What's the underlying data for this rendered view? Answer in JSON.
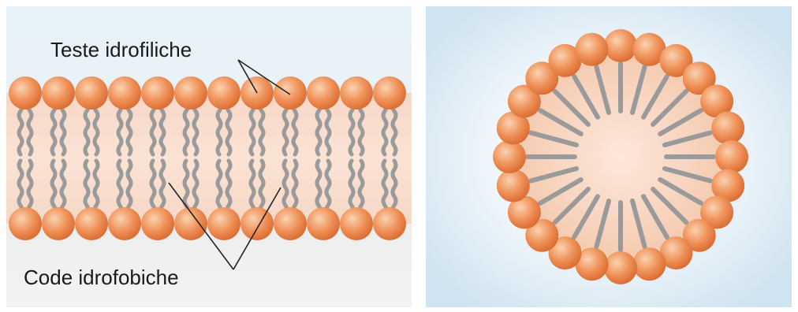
{
  "bilayer_panel": {
    "label_heads": "Teste idrofiliche",
    "label_tails": "Code idrofobiche",
    "heads_per_row": 12
  },
  "micelle_panel": {
    "head_count": 24
  },
  "colors": {
    "head_fill": "#e8864a",
    "head_highlight": "#f8c6a0",
    "tail_stroke": "#9a9a9a",
    "core_fill": "#f7d3bf",
    "water_fill": "#dfeef7"
  }
}
